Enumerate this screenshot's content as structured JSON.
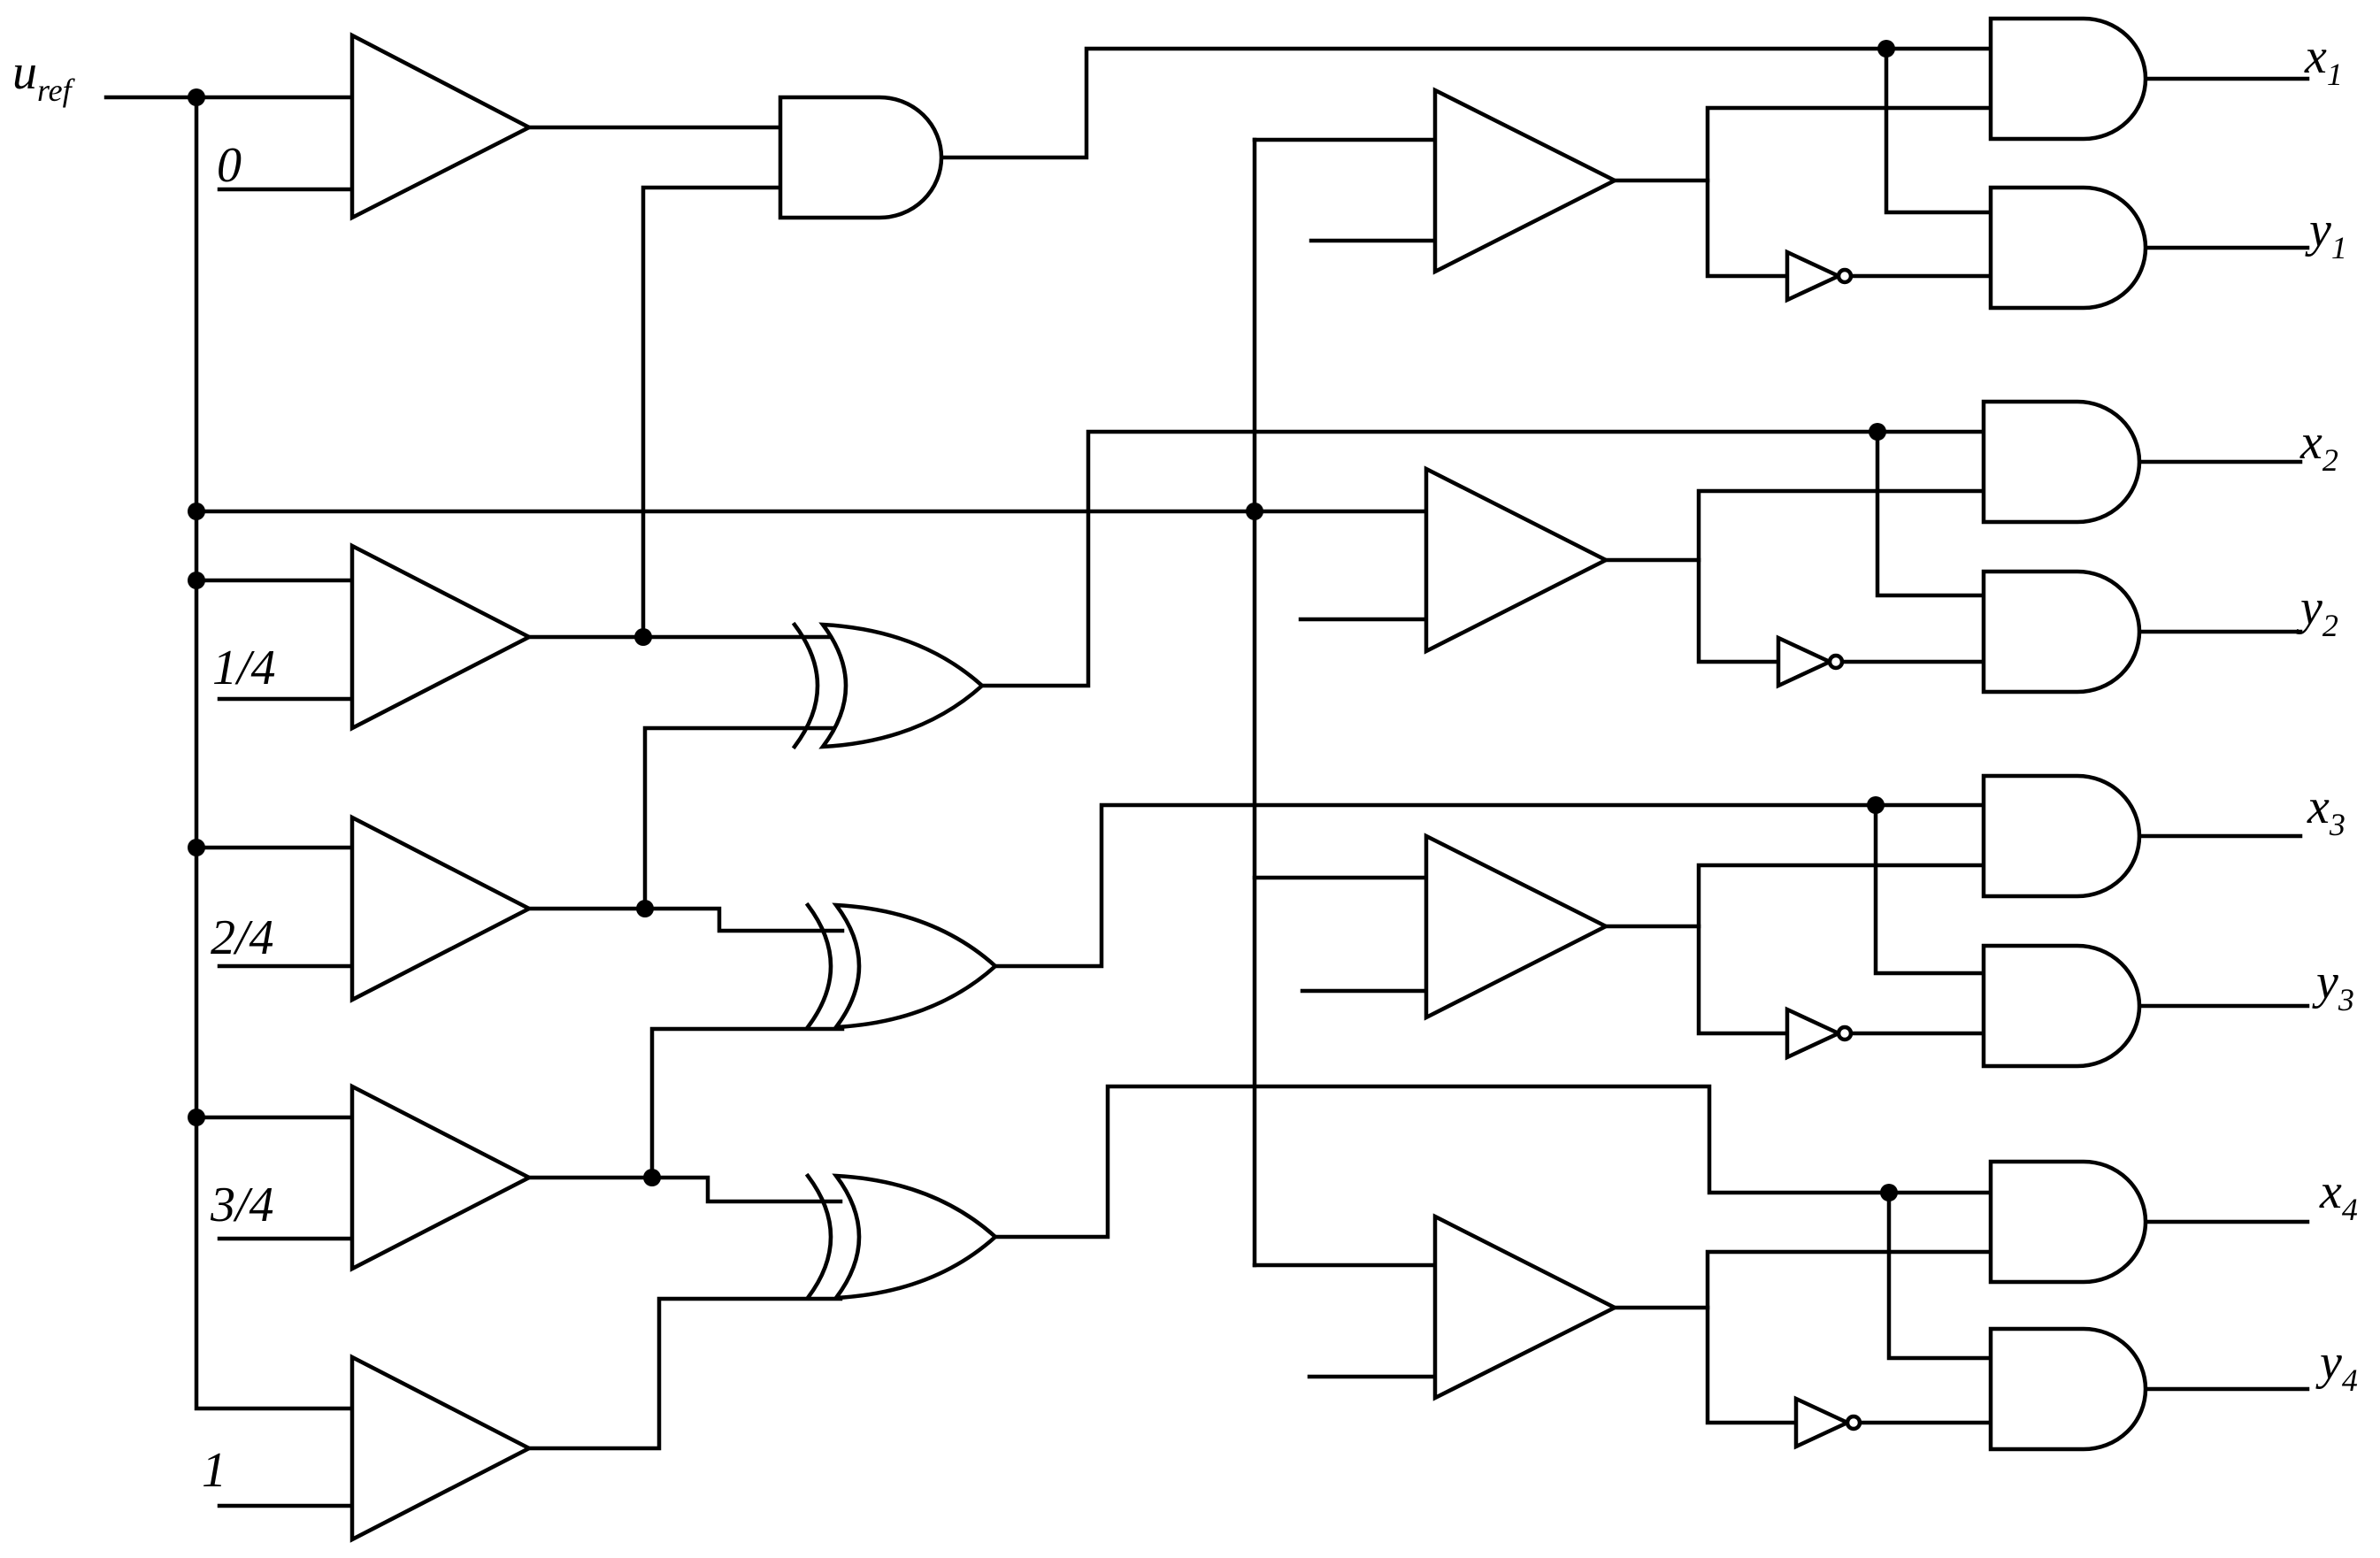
{
  "diagram": {
    "input_label": "u",
    "input_label_sub": "ref",
    "thresholds": [
      "0",
      "1/4",
      "2/4",
      "3/4",
      "1"
    ],
    "outputs": [
      {
        "letter": "x",
        "sub": "1"
      },
      {
        "letter": "y",
        "sub": "1"
      },
      {
        "letter": "x",
        "sub": "2"
      },
      {
        "letter": "y",
        "sub": "2"
      },
      {
        "letter": "x",
        "sub": "3"
      },
      {
        "letter": "y",
        "sub": "3"
      },
      {
        "letter": "x",
        "sub": "4"
      },
      {
        "letter": "y",
        "sub": "4"
      }
    ],
    "colors": {
      "ink": "#000000",
      "background": "#ffffff"
    }
  }
}
